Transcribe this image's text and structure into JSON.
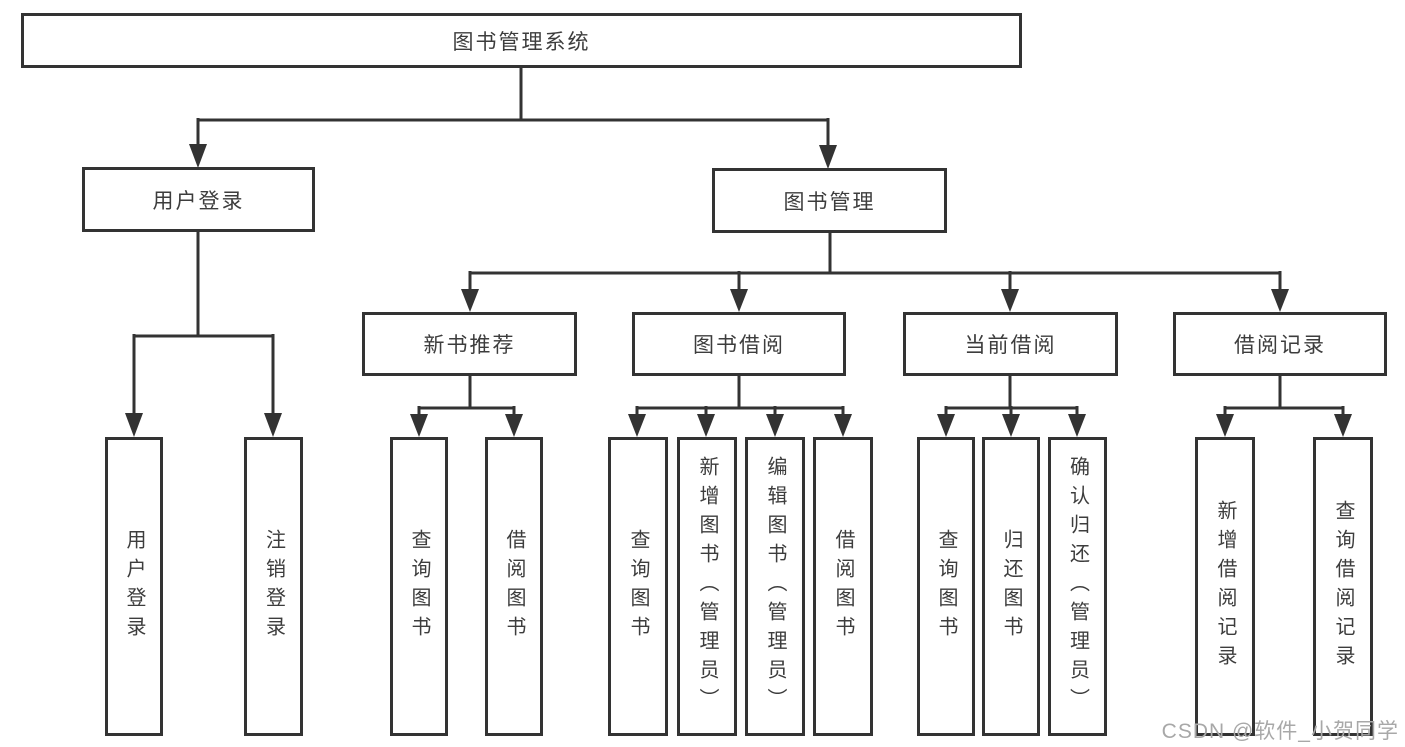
{
  "diagram": {
    "title_node": "图书管理系统",
    "type": "hierarchy-tree"
  },
  "nodes": [
    {
      "id": "root",
      "label": "图书管理系统",
      "parent": null
    },
    {
      "id": "user-login",
      "label": "用户登录",
      "parent": "root"
    },
    {
      "id": "book-management",
      "label": "图书管理",
      "parent": "root"
    },
    {
      "id": "new-book-recommend",
      "label": "新书推荐",
      "parent": "book-management"
    },
    {
      "id": "book-borrowing",
      "label": "图书借阅",
      "parent": "book-management"
    },
    {
      "id": "current-borrowing",
      "label": "当前借阅",
      "parent": "book-management"
    },
    {
      "id": "borrowing-records",
      "label": "借阅记录",
      "parent": "book-management"
    },
    {
      "id": "leaf-user-login",
      "label": "用户登录",
      "parent": "user-login"
    },
    {
      "id": "leaf-logout",
      "label": "注销登录",
      "parent": "user-login"
    },
    {
      "id": "leaf-query-book-a",
      "label": "查询图书",
      "parent": "new-book-recommend"
    },
    {
      "id": "leaf-borrow-book-a",
      "label": "借阅图书",
      "parent": "new-book-recommend"
    },
    {
      "id": "leaf-query-book-b",
      "label": "查询图书",
      "parent": "book-borrowing"
    },
    {
      "id": "leaf-add-book",
      "label": "新增图书（管理员）",
      "parent": "book-borrowing"
    },
    {
      "id": "leaf-edit-book",
      "label": "编辑图书（管理员）",
      "parent": "book-borrowing"
    },
    {
      "id": "leaf-borrow-book-b",
      "label": "借阅图书",
      "parent": "book-borrowing"
    },
    {
      "id": "leaf-query-book-c",
      "label": "查询图书",
      "parent": "current-borrowing"
    },
    {
      "id": "leaf-return-book",
      "label": "归还图书",
      "parent": "current-borrowing"
    },
    {
      "id": "leaf-confirm-return",
      "label": "确认归还（管理员）",
      "parent": "current-borrowing"
    },
    {
      "id": "leaf-add-record",
      "label": "新增借阅记录",
      "parent": "borrowing-records"
    },
    {
      "id": "leaf-query-record",
      "label": "查询借阅记录",
      "parent": "borrowing-records"
    }
  ],
  "watermark": {
    "text": "CSDN @软件_小贺同学"
  },
  "colors": {
    "line": "#333333",
    "box_border": "#333333",
    "text": "#3d3d3d",
    "watermark": "#a8a8a8",
    "background": "#ffffff"
  }
}
